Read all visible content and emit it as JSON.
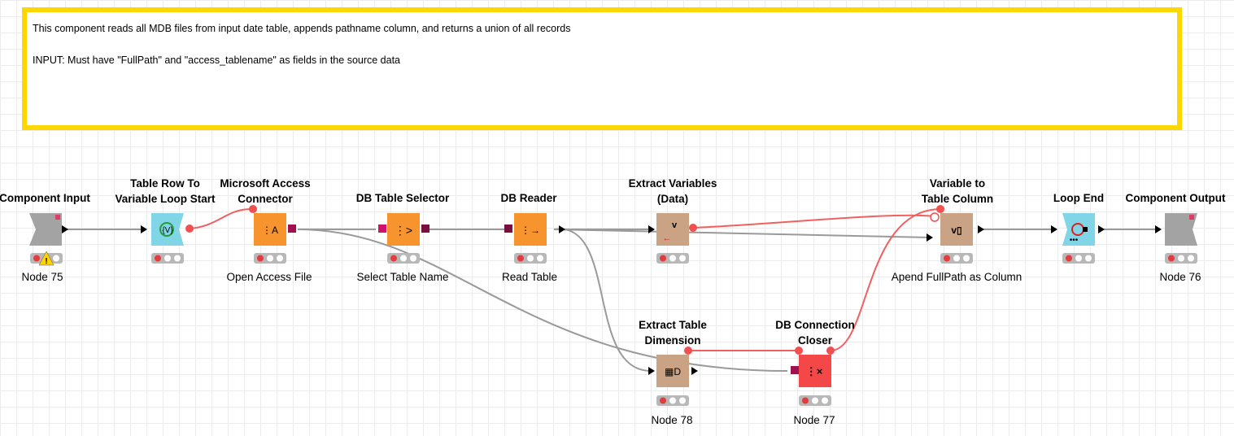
{
  "annotation": {
    "line1": "This component reads all MDB files from input date table, appends pathname column, and returns a union of all records",
    "line2": "INPUT: Must have \"FullPath\" and \"access_tablename\" as fields in the source data"
  },
  "nodes": {
    "component_input": {
      "title": [
        "Component Input"
      ],
      "label": "Node 75",
      "status": "warning"
    },
    "loop_start": {
      "title": [
        "Table Row To",
        "Variable Loop Start"
      ],
      "label": ""
    },
    "access_connector": {
      "title": [
        "Microsoft Access",
        "Connector"
      ],
      "label": "Open Access File"
    },
    "table_selector": {
      "title": [
        "DB Table Selector"
      ],
      "label": "Select Table Name"
    },
    "db_reader": {
      "title": [
        "DB Reader"
      ],
      "label": "Read Table"
    },
    "extract_variables": {
      "title": [
        "Extract Variables",
        "(Data)"
      ],
      "label": ""
    },
    "var_to_column": {
      "title": [
        "Variable to",
        "Table Column"
      ],
      "label": "Apend FullPath as Column"
    },
    "loop_end": {
      "title": [
        "Loop End"
      ],
      "label": ""
    },
    "component_output": {
      "title": [
        "Component Output"
      ],
      "label": "Node 76"
    },
    "extract_dimension": {
      "title": [
        "Extract Table",
        "Dimension"
      ],
      "label": "Node 78"
    },
    "db_closer": {
      "title": [
        "DB Connection",
        "Closer"
      ],
      "label": "Node 77"
    }
  },
  "colors": {
    "annotation_border": "#ffd700",
    "manipulator": "#c9a384",
    "source": "#f8942e",
    "loop": "#7fd4e6",
    "component": "#a0a0a0",
    "sink": "#f44848",
    "flow_variable": "#f05050",
    "connection": "#999999",
    "db_port": "#9a1050"
  }
}
